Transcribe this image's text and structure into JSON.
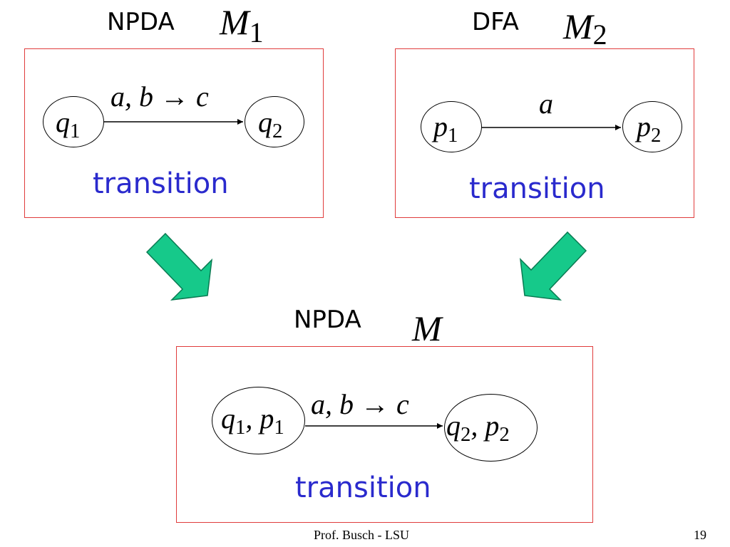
{
  "top_left": {
    "caption": "NPDA",
    "machine": "M",
    "machine_sub": "1",
    "from_state": {
      "name": "q",
      "sub": "1"
    },
    "to_state": {
      "name": "q",
      "sub": "2"
    },
    "edge_label": "a, b → c",
    "transition_text": "transition"
  },
  "top_right": {
    "caption": "DFA",
    "machine": "M",
    "machine_sub": "2",
    "from_state": {
      "name": "p",
      "sub": "1"
    },
    "to_state": {
      "name": "p",
      "sub": "2"
    },
    "edge_label": "a",
    "transition_text": "transition"
  },
  "bottom": {
    "caption": "NPDA",
    "machine": "M",
    "from_state": {
      "a": "q",
      "a_sub": "1",
      "sep": ", ",
      "b": "p",
      "b_sub": "1"
    },
    "to_state": {
      "a": "q",
      "a_sub": "2",
      "sep": ", ",
      "b": "p",
      "b_sub": "2"
    },
    "edge_label": "a, b → c",
    "transition_text": "transition"
  },
  "footer": {
    "author": "Prof. Busch - LSU",
    "page_number": "19"
  },
  "colors": {
    "box_border": "#e03c3c",
    "transition_text": "#2a2acd",
    "arrow_fill": "#16c98a"
  }
}
